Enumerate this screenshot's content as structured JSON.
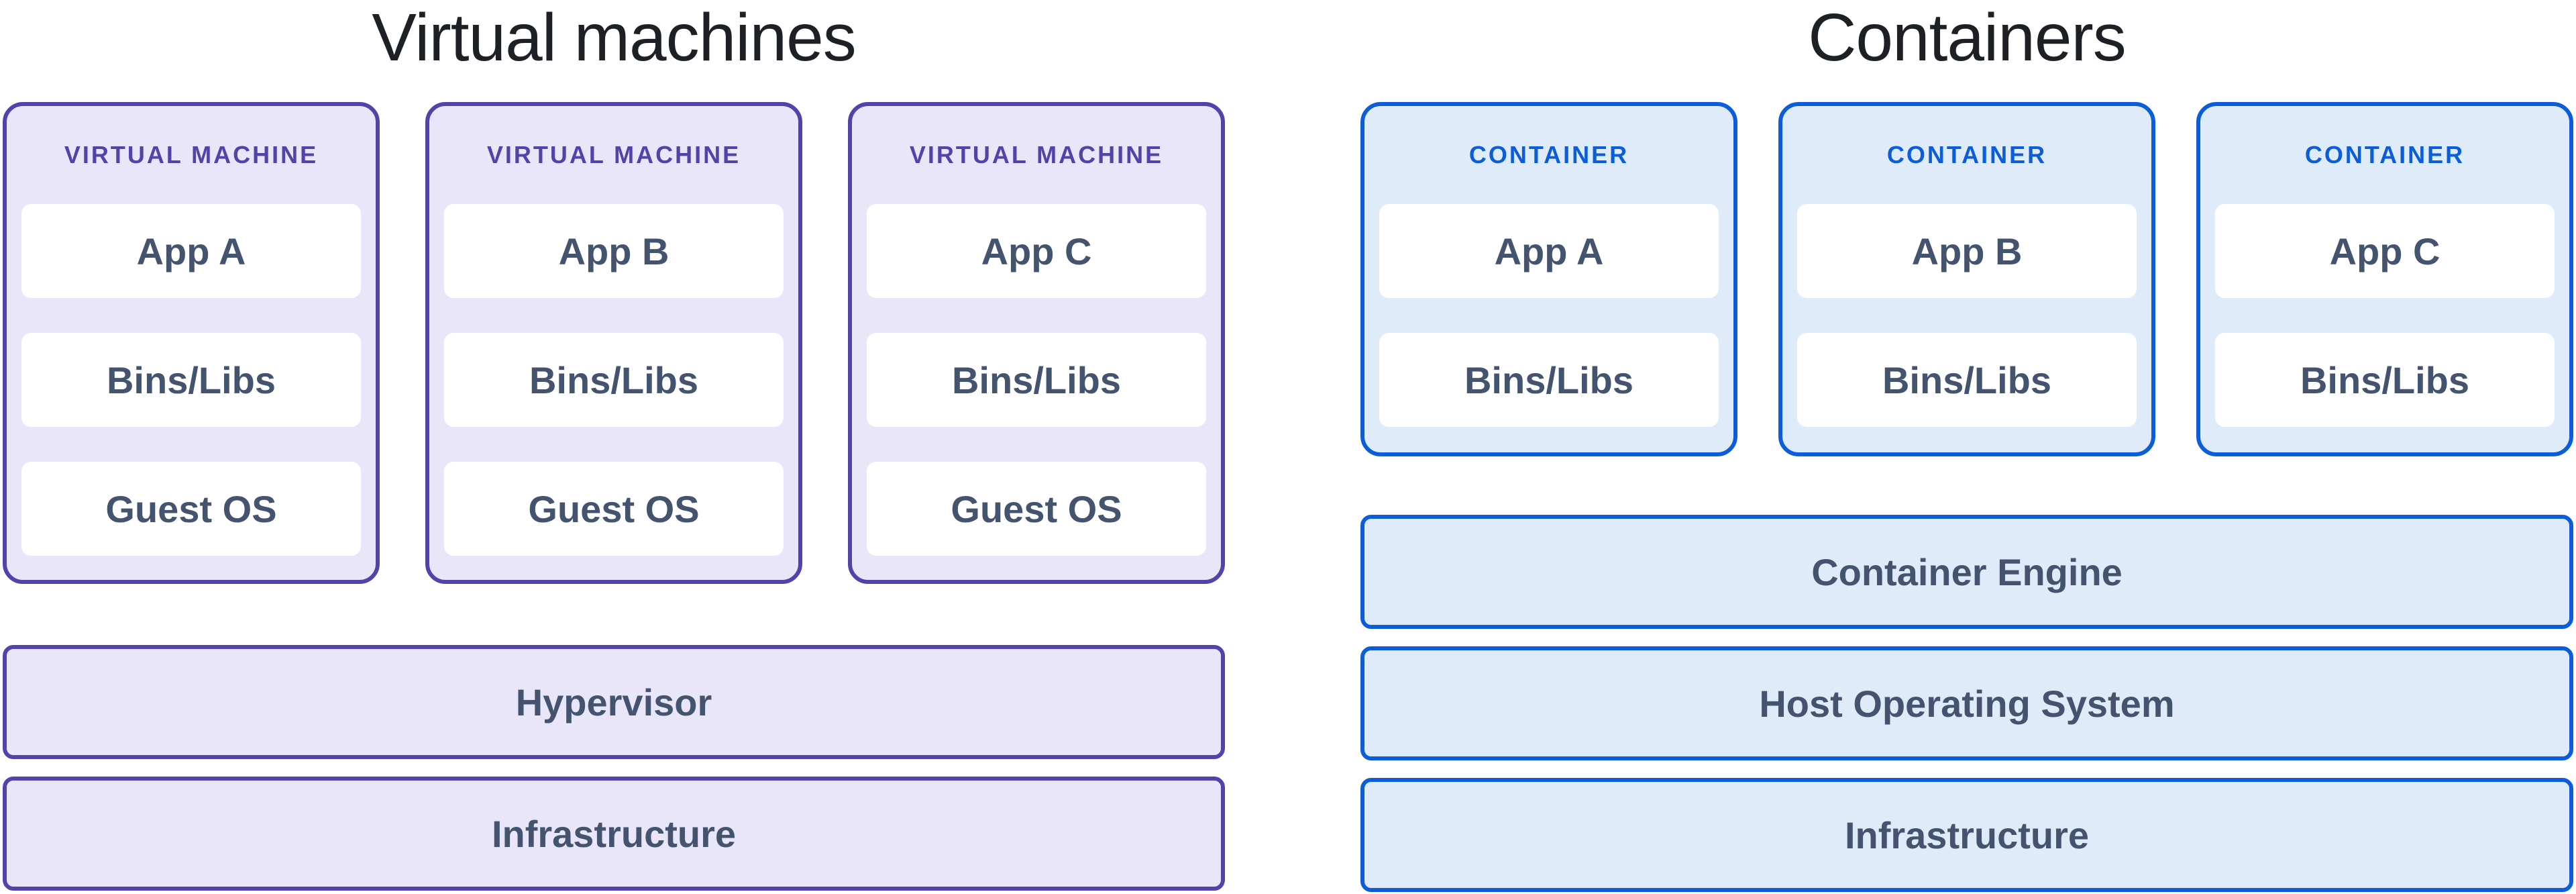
{
  "colors": {
    "vm_border": "#5243aa",
    "vm_fill": "#eae6fa",
    "vm_header_text": "#5243aa",
    "container_border": "#0b5ed7",
    "container_fill": "#e0ebfa",
    "container_header_text": "#0b5ed7",
    "layer_fill": "#ffffff",
    "label_text": "#44546f",
    "title_text": "#1d2125",
    "background": "#ffffff"
  },
  "vm_section": {
    "title": "Virtual machines",
    "cards": [
      {
        "header": "VIRTUAL MACHINE",
        "layers": [
          "App A",
          "Bins/Libs",
          "Guest OS"
        ]
      },
      {
        "header": "VIRTUAL MACHINE",
        "layers": [
          "App B",
          "Bins/Libs",
          "Guest OS"
        ]
      },
      {
        "header": "VIRTUAL MACHINE",
        "layers": [
          "App C",
          "Bins/Libs",
          "Guest OS"
        ]
      }
    ],
    "bars": [
      "Hypervisor",
      "Infrastructure"
    ]
  },
  "container_section": {
    "title": "Containers",
    "cards": [
      {
        "header": "CONTAINER",
        "layers": [
          "App A",
          "Bins/Libs"
        ]
      },
      {
        "header": "CONTAINER",
        "layers": [
          "App B",
          "Bins/Libs"
        ]
      },
      {
        "header": "CONTAINER",
        "layers": [
          "App C",
          "Bins/Libs"
        ]
      }
    ],
    "bars": [
      "Container Engine",
      "Host Operating System",
      "Infrastructure"
    ]
  }
}
